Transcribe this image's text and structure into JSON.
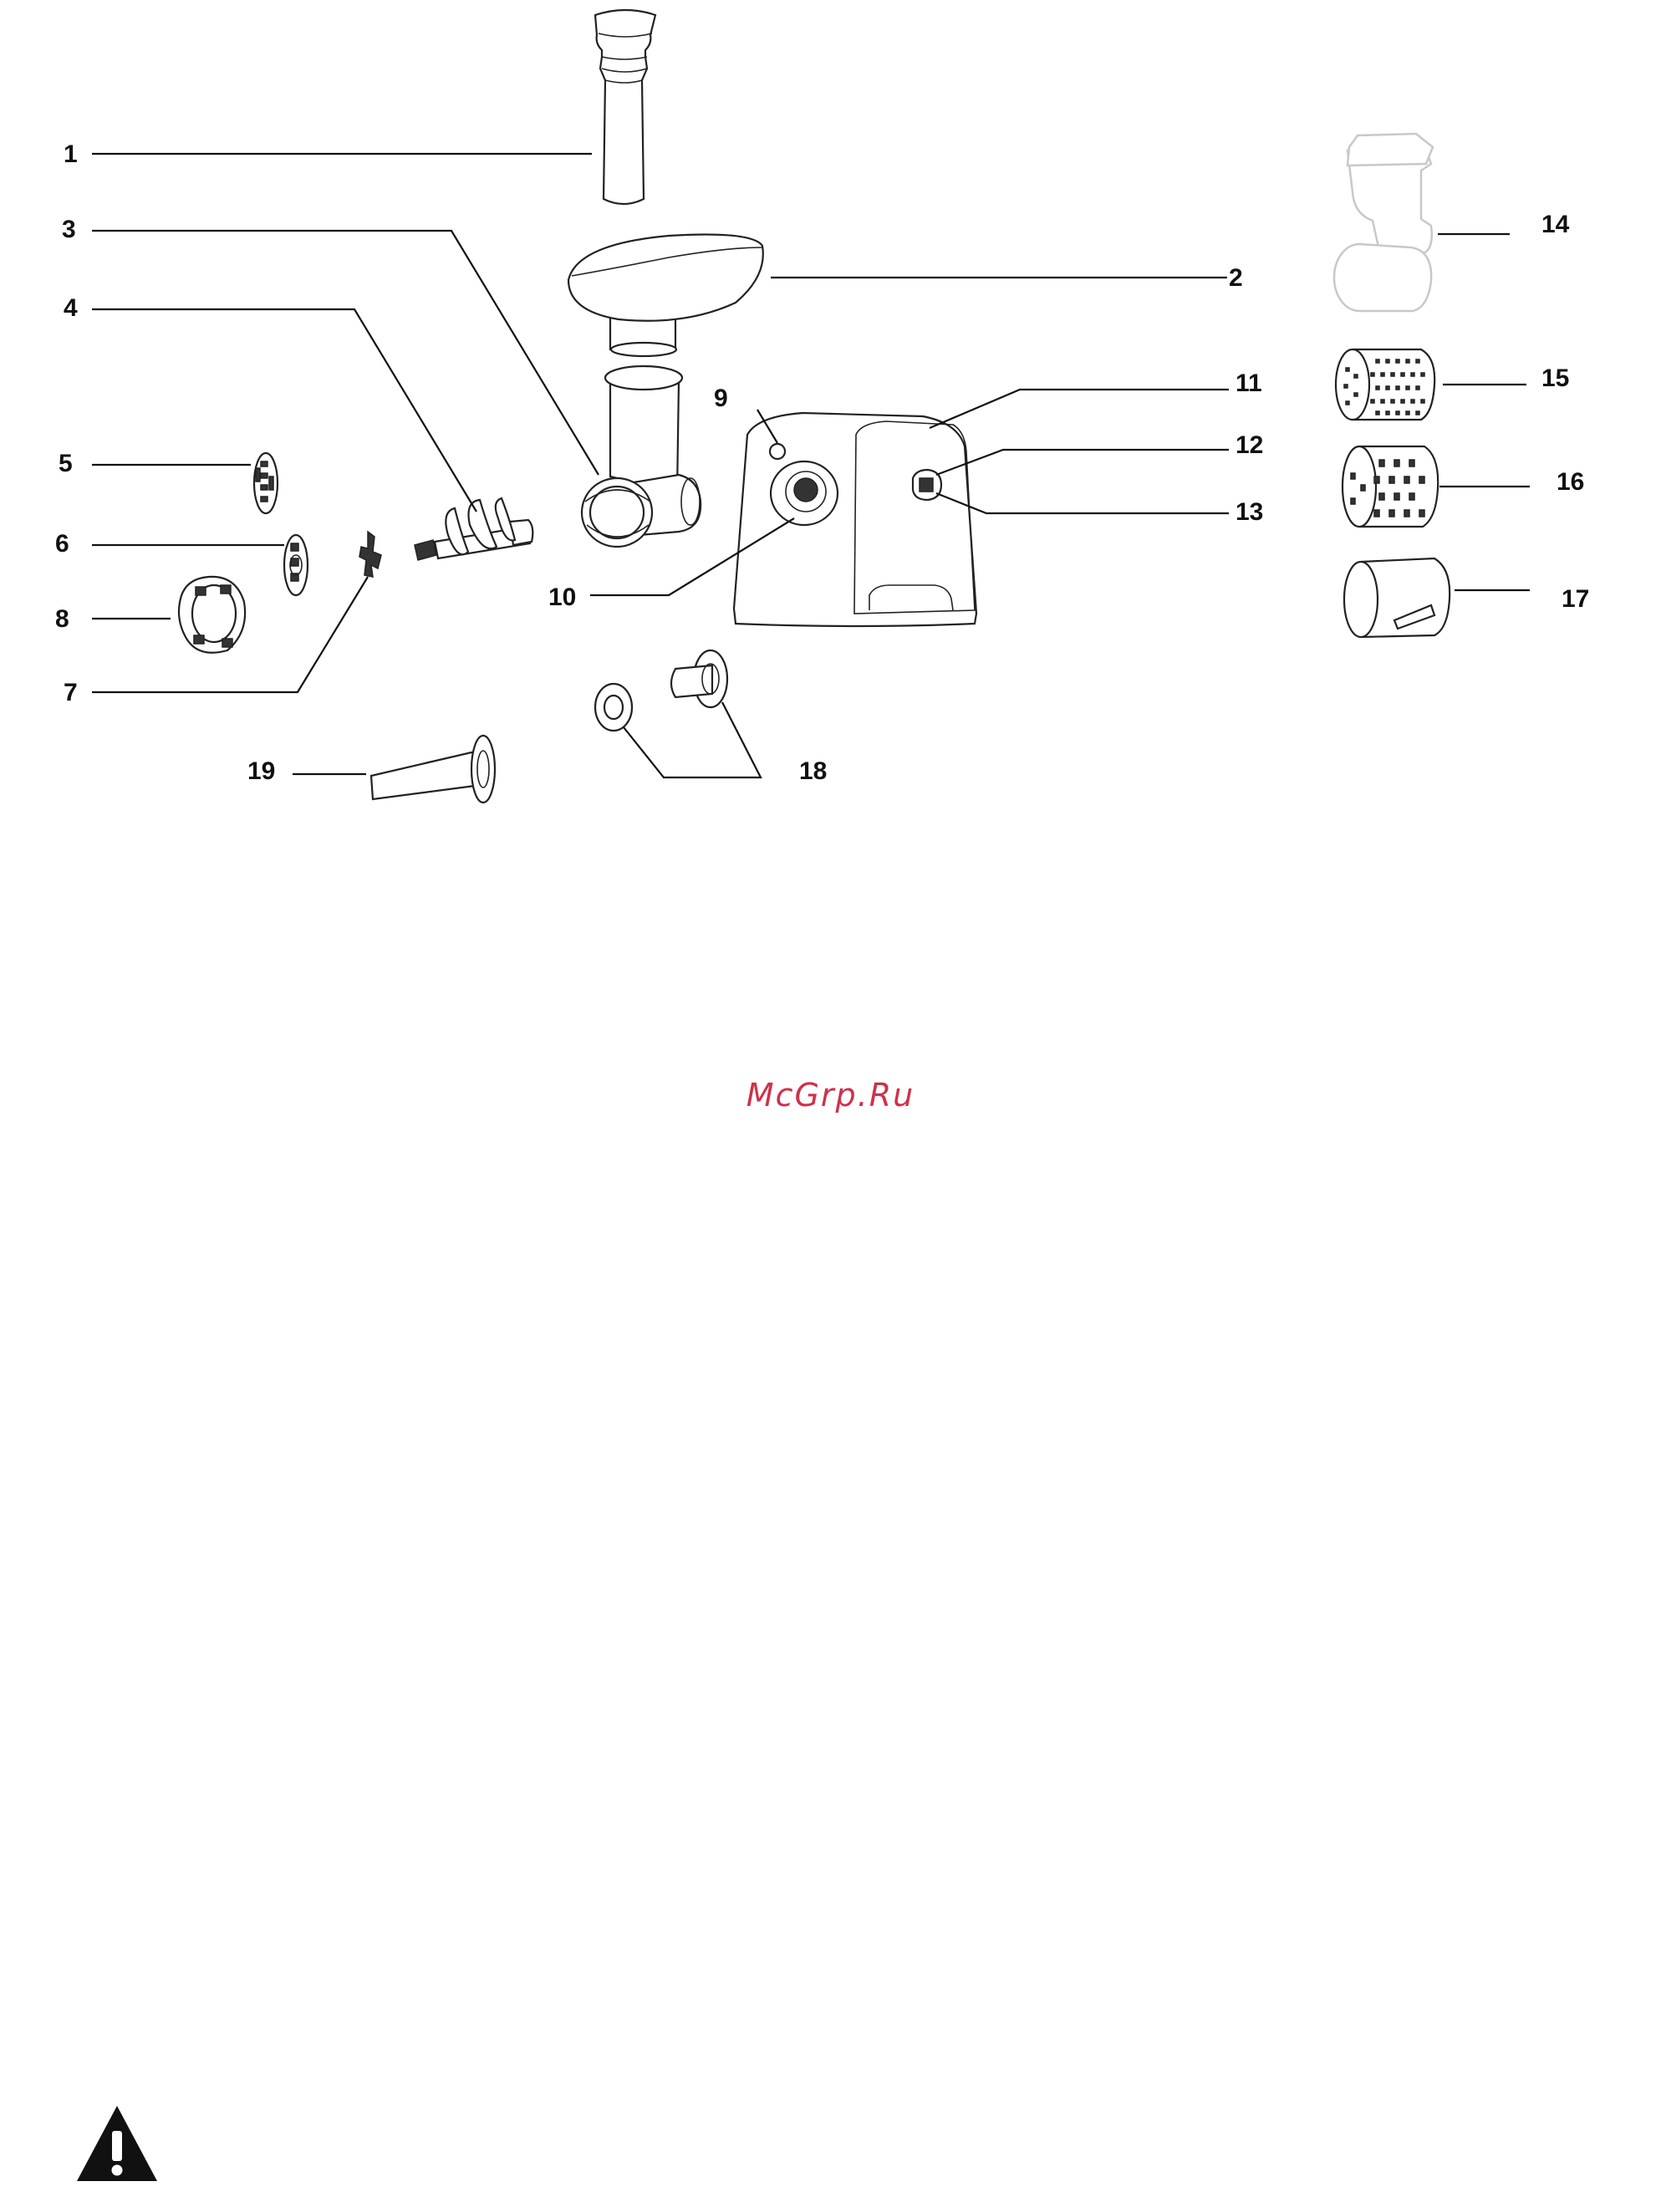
{
  "callouts": {
    "c1": "1",
    "c2": "2",
    "c3": "3",
    "c4": "4",
    "c5": "5",
    "c6": "6",
    "c7": "7",
    "c8": "8",
    "c9": "9",
    "c10": "10",
    "c11": "11",
    "c12": "12",
    "c13": "13",
    "c14": "14",
    "c15": "15",
    "c16": "16",
    "c17": "17",
    "c18": "18",
    "c19": "19"
  },
  "watermark": "McGrp.Ru",
  "icons": {
    "warning": "warning-triangle-icon"
  },
  "colors": {
    "watermark": "#d0304a",
    "line": "#111111",
    "faded_parts": "#c8c8c8"
  }
}
